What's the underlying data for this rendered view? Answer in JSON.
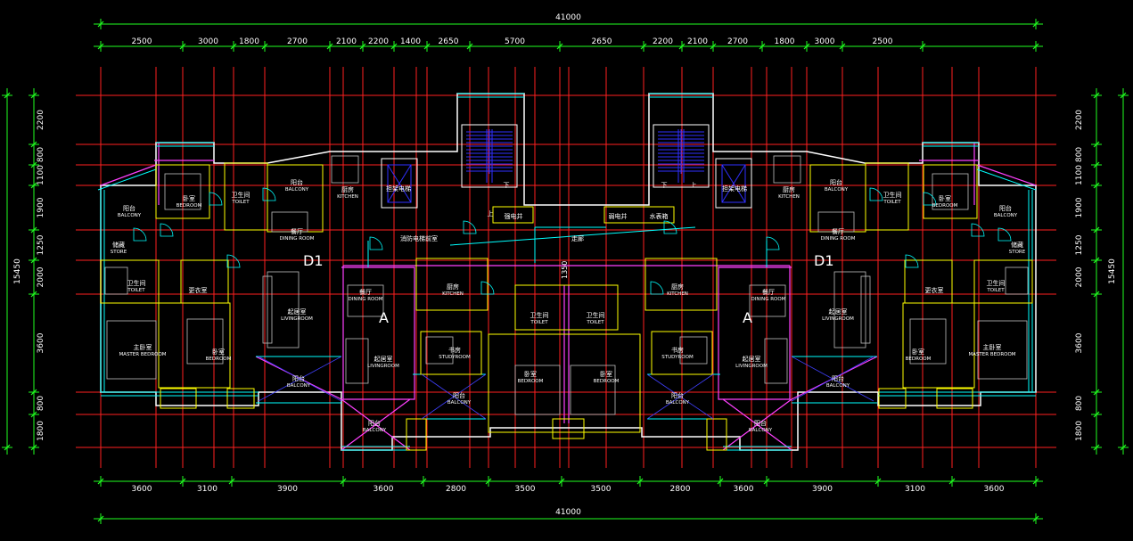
{
  "total_width_label": "41000",
  "total_depth_label": "15450",
  "top_dims": [
    "2500",
    "3000",
    "1800",
    "2700",
    "2100",
    "2200",
    "1400",
    "2650",
    "5700",
    "2650",
    "2200",
    "2100",
    "2700",
    "1800",
    "3000",
    "2500"
  ],
  "bottom_dims": [
    "3600",
    "3100",
    "3900",
    "3600",
    "2800",
    "3500",
    "3500",
    "2800",
    "3600",
    "3900",
    "3100",
    "3600"
  ],
  "left_dims": [
    "2200",
    "800",
    "1100",
    "1900",
    "1250",
    "2000",
    "3600",
    "800",
    "1800"
  ],
  "right_dims": [
    "2200",
    "800",
    "1100",
    "1900",
    "1250",
    "2000",
    "3600",
    "800",
    "1800"
  ],
  "center_dim": "1350",
  "unit_labels": {
    "d1": "D1",
    "a": "A"
  },
  "rooms": {
    "balcony_cn": "阳台",
    "balcony_en": "BALCONY",
    "bedroom_cn": "卧室",
    "bedroom_en": "BEDROOM",
    "master_cn": "主卧室",
    "master_en": "MASTER BEDROOM",
    "toilet_cn": "卫生间",
    "toilet_en": "TOILET",
    "store_cn": "储藏",
    "store_en": "STORE",
    "dining_cn": "餐厅",
    "dining_en": "DINING ROOM",
    "living_cn": "起居室",
    "living_en": "LIVINGROOM",
    "kitchen_cn": "厨房",
    "kitchen_en": "KITCHEN",
    "study_cn": "书房",
    "study_en": "STUDYROOM",
    "cloak_cn": "更衣室",
    "elevator_cn": "担架电梯",
    "fire_lobby_cn": "消防电梯前室",
    "corridor_cn": "走廊",
    "power_shaft_cn": "强电井",
    "weak_shaft_cn": "弱电井",
    "water_shaft_cn": "水表箱",
    "stair_up": "上",
    "stair_down": "下"
  },
  "colors": {
    "background": "#000000",
    "axis": "#ff2020",
    "dimension": "#20ff20",
    "wall": "#ffffff",
    "window": "#00ffff",
    "partition": "#ffff00",
    "outline": "#ff40ff",
    "furniture": "#c0c0c0",
    "stair": "#3030ff"
  }
}
